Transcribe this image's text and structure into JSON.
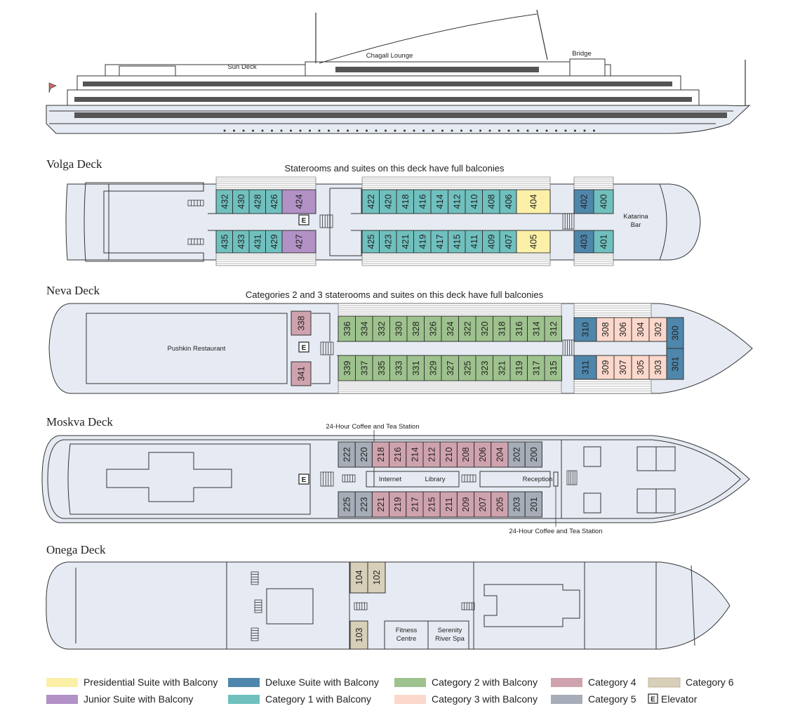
{
  "ship_labels": {
    "sun_deck": "Sun Deck",
    "chagall": "Chagall Lounge",
    "bridge": "Bridge"
  },
  "decks": {
    "volga": {
      "title": "Volga Deck",
      "note": "Staterooms and suites on this deck have full balconies",
      "katarina_1": "Katarina",
      "katarina_2": "Bar"
    },
    "neva": {
      "title": "Neva Deck",
      "note": "Categories 2 and 3 staterooms and suites on this deck have full balconies",
      "restaurant": "Pushkin Restaurant"
    },
    "moskva": {
      "title": "Moskva Deck",
      "coffee_top": "24-Hour Coffee and Tea Station",
      "coffee_bottom": "24-Hour Coffee and Tea Station",
      "internet": "Internet",
      "library": "Library",
      "reception": "Reception"
    },
    "onega": {
      "title": "Onega Deck",
      "fitness_1": "Fitness",
      "fitness_2": "Centre",
      "spa_1": "Serenity",
      "spa_2": "River Spa"
    }
  },
  "elevator_symbol": "E",
  "colors": {
    "presidential": "#fcf0a8",
    "junior": "#b291c6",
    "deluxe": "#4f86ab",
    "cat1": "#6fc0be",
    "cat2": "#9ec28e",
    "cat3": "#fbd8cb",
    "cat4": "#cfa3ae",
    "cat5": "#a6adb8",
    "cat6": "#d8cfb8",
    "hull": "#e6ebf3"
  },
  "cabins": {
    "volga_top": [
      {
        "num": "432",
        "cat": "cat1"
      },
      {
        "num": "430",
        "cat": "cat1"
      },
      {
        "num": "428",
        "cat": "cat1"
      },
      {
        "num": "426",
        "cat": "cat1"
      },
      {
        "num": "424",
        "cat": "junior"
      },
      {
        "num": "422",
        "cat": "cat1"
      },
      {
        "num": "420",
        "cat": "cat1"
      },
      {
        "num": "418",
        "cat": "cat1"
      },
      {
        "num": "416",
        "cat": "cat1"
      },
      {
        "num": "414",
        "cat": "cat1"
      },
      {
        "num": "412",
        "cat": "cat1"
      },
      {
        "num": "410",
        "cat": "cat1"
      },
      {
        "num": "408",
        "cat": "cat1"
      },
      {
        "num": "406",
        "cat": "cat1"
      },
      {
        "num": "404",
        "cat": "presidential"
      },
      {
        "num": "402",
        "cat": "deluxe"
      },
      {
        "num": "400",
        "cat": "cat1"
      }
    ],
    "volga_bottom": [
      {
        "num": "435",
        "cat": "cat1"
      },
      {
        "num": "433",
        "cat": "cat1"
      },
      {
        "num": "431",
        "cat": "cat1"
      },
      {
        "num": "429",
        "cat": "cat1"
      },
      {
        "num": "427",
        "cat": "junior"
      },
      {
        "num": "425",
        "cat": "cat1"
      },
      {
        "num": "423",
        "cat": "cat1"
      },
      {
        "num": "421",
        "cat": "cat1"
      },
      {
        "num": "419",
        "cat": "cat1"
      },
      {
        "num": "417",
        "cat": "cat1"
      },
      {
        "num": "415",
        "cat": "cat1"
      },
      {
        "num": "411",
        "cat": "cat1"
      },
      {
        "num": "409",
        "cat": "cat1"
      },
      {
        "num": "407",
        "cat": "cat1"
      },
      {
        "num": "405",
        "cat": "presidential"
      },
      {
        "num": "403",
        "cat": "deluxe"
      },
      {
        "num": "401",
        "cat": "cat1"
      }
    ],
    "neva_top": [
      {
        "num": "338",
        "cat": "cat4"
      },
      {
        "num": "336",
        "cat": "cat2"
      },
      {
        "num": "334",
        "cat": "cat2"
      },
      {
        "num": "332",
        "cat": "cat2"
      },
      {
        "num": "330",
        "cat": "cat2"
      },
      {
        "num": "328",
        "cat": "cat2"
      },
      {
        "num": "326",
        "cat": "cat2"
      },
      {
        "num": "324",
        "cat": "cat2"
      },
      {
        "num": "322",
        "cat": "cat2"
      },
      {
        "num": "320",
        "cat": "cat2"
      },
      {
        "num": "318",
        "cat": "cat2"
      },
      {
        "num": "316",
        "cat": "cat2"
      },
      {
        "num": "314",
        "cat": "cat2"
      },
      {
        "num": "312",
        "cat": "cat2"
      },
      {
        "num": "310",
        "cat": "deluxe"
      },
      {
        "num": "308",
        "cat": "cat3"
      },
      {
        "num": "306",
        "cat": "cat3"
      },
      {
        "num": "304",
        "cat": "cat3"
      },
      {
        "num": "302",
        "cat": "cat3"
      },
      {
        "num": "300",
        "cat": "deluxe"
      }
    ],
    "neva_bottom": [
      {
        "num": "341",
        "cat": "cat4"
      },
      {
        "num": "339",
        "cat": "cat2"
      },
      {
        "num": "337",
        "cat": "cat2"
      },
      {
        "num": "335",
        "cat": "cat2"
      },
      {
        "num": "333",
        "cat": "cat2"
      },
      {
        "num": "331",
        "cat": "cat2"
      },
      {
        "num": "329",
        "cat": "cat2"
      },
      {
        "num": "327",
        "cat": "cat2"
      },
      {
        "num": "325",
        "cat": "cat2"
      },
      {
        "num": "323",
        "cat": "cat2"
      },
      {
        "num": "321",
        "cat": "cat2"
      },
      {
        "num": "319",
        "cat": "cat2"
      },
      {
        "num": "317",
        "cat": "cat2"
      },
      {
        "num": "315",
        "cat": "cat2"
      },
      {
        "num": "311",
        "cat": "deluxe"
      },
      {
        "num": "309",
        "cat": "cat3"
      },
      {
        "num": "307",
        "cat": "cat3"
      },
      {
        "num": "305",
        "cat": "cat3"
      },
      {
        "num": "303",
        "cat": "cat3"
      },
      {
        "num": "301",
        "cat": "deluxe"
      }
    ],
    "moskva_top": [
      {
        "num": "222",
        "cat": "cat5"
      },
      {
        "num": "220",
        "cat": "cat5"
      },
      {
        "num": "218",
        "cat": "cat4"
      },
      {
        "num": "216",
        "cat": "cat4"
      },
      {
        "num": "214",
        "cat": "cat4"
      },
      {
        "num": "212",
        "cat": "cat4"
      },
      {
        "num": "210",
        "cat": "cat4"
      },
      {
        "num": "208",
        "cat": "cat4"
      },
      {
        "num": "206",
        "cat": "cat4"
      },
      {
        "num": "204",
        "cat": "cat4"
      },
      {
        "num": "202",
        "cat": "cat5"
      },
      {
        "num": "200",
        "cat": "cat5"
      }
    ],
    "moskva_bottom": [
      {
        "num": "225",
        "cat": "cat5"
      },
      {
        "num": "223",
        "cat": "cat5"
      },
      {
        "num": "221",
        "cat": "cat4"
      },
      {
        "num": "219",
        "cat": "cat4"
      },
      {
        "num": "217",
        "cat": "cat4"
      },
      {
        "num": "215",
        "cat": "cat4"
      },
      {
        "num": "211",
        "cat": "cat4"
      },
      {
        "num": "209",
        "cat": "cat4"
      },
      {
        "num": "207",
        "cat": "cat4"
      },
      {
        "num": "205",
        "cat": "cat4"
      },
      {
        "num": "203",
        "cat": "cat5"
      },
      {
        "num": "201",
        "cat": "cat5"
      }
    ],
    "onega": [
      {
        "num": "104",
        "cat": "cat6"
      },
      {
        "num": "102",
        "cat": "cat6"
      },
      {
        "num": "103",
        "cat": "cat6"
      }
    ]
  },
  "legend": [
    {
      "label": "Presidential Suite with Balcony",
      "cat": "presidential"
    },
    {
      "label": "Junior Suite with Balcony",
      "cat": "junior"
    },
    {
      "label": "Deluxe Suite with Balcony",
      "cat": "deluxe"
    },
    {
      "label": "Category 1 with Balcony",
      "cat": "cat1"
    },
    {
      "label": "Category 2 with Balcony",
      "cat": "cat2"
    },
    {
      "label": "Category 3 with Balcony",
      "cat": "cat3"
    },
    {
      "label": "Category 4",
      "cat": "cat4"
    },
    {
      "label": "Category 5",
      "cat": "cat5"
    },
    {
      "label": "Category 6",
      "cat": "cat6"
    },
    {
      "label": "Elevator",
      "cat": "elevator"
    }
  ]
}
